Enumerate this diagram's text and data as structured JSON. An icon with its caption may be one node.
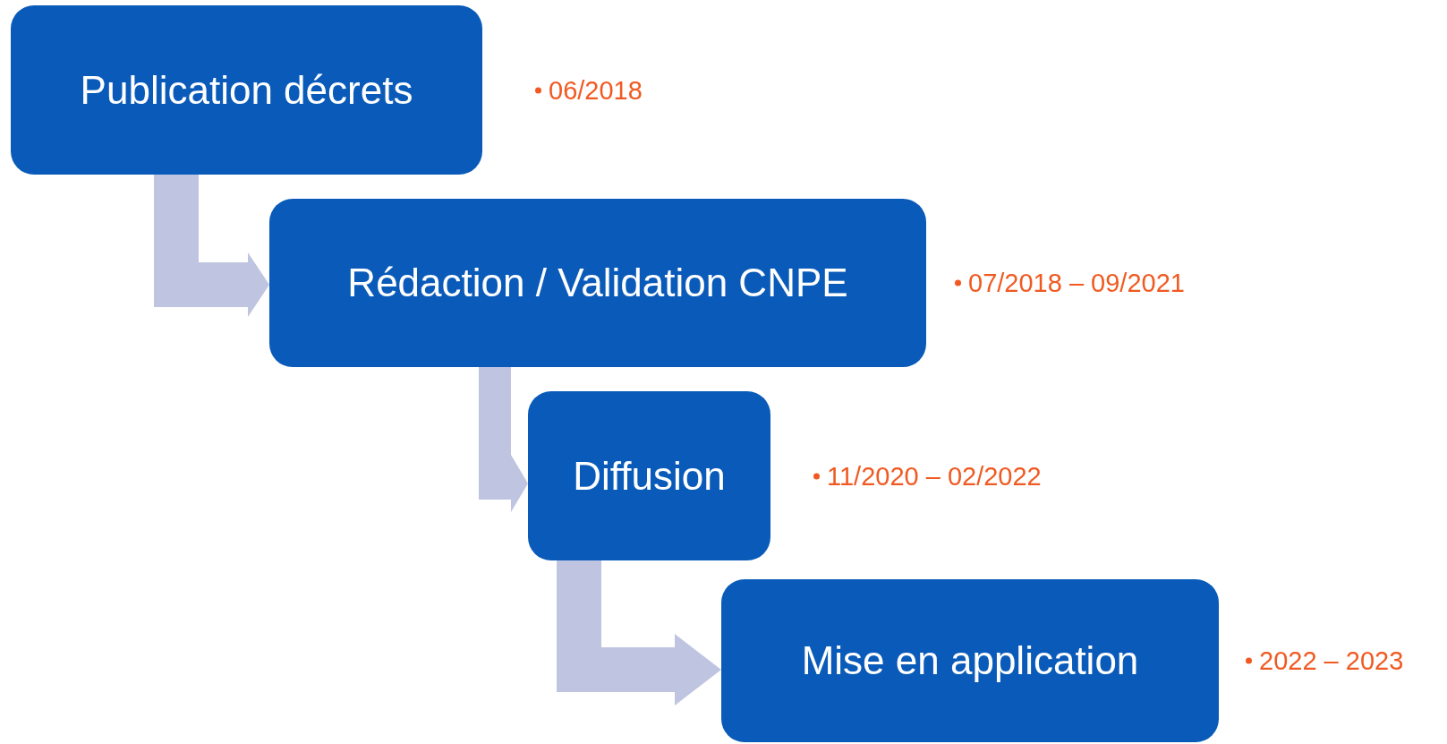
{
  "diagram": {
    "nodes": [
      {
        "text": [
          "Publication décrets"
        ],
        "beside": [
          "06/2018"
        ]
      },
      {
        "text": [
          "Rédaction / Validation CNPE"
        ],
        "beside": [
          "07/2018 – 09/2021"
        ]
      },
      {
        "text": [
          "Diffusion"
        ],
        "beside": [
          "11/2020 – 02/2022"
        ]
      },
      {
        "text": [
          "Mise en application"
        ],
        "beside": [
          "2022 – 2023"
        ]
      }
    ],
    "edges": [
      {
        "from": 0,
        "to": 1,
        "arrow": "to"
      },
      {
        "from": 1,
        "to": 2,
        "arrow": "to"
      },
      {
        "from": 2,
        "to": 3,
        "arrow": "to"
      }
    ]
  }
}
